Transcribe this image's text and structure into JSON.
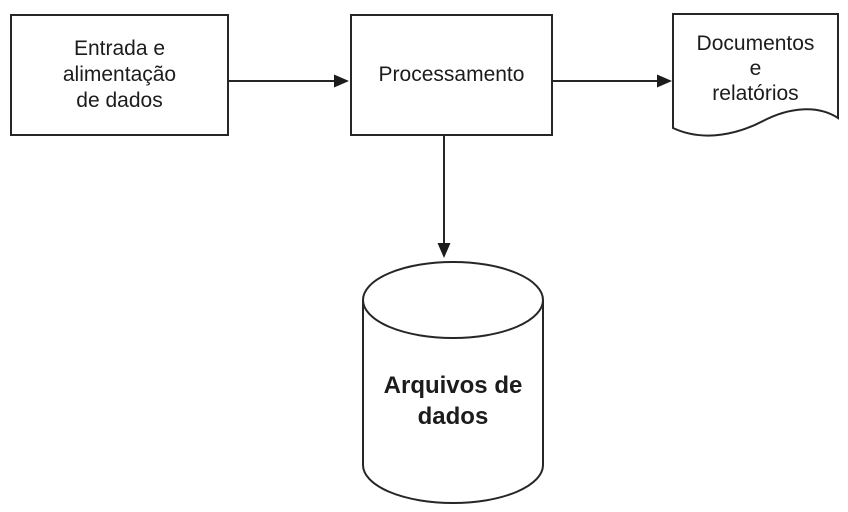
{
  "diagram": {
    "background": "#ffffff",
    "stroke_color": "#262626",
    "text_color": "#1c1c1c",
    "nodes": {
      "entrada": {
        "label": "Entrada e\nalimentação\nde dados",
        "shape": "rectangle"
      },
      "processamento": {
        "label": "Processamento",
        "shape": "rectangle"
      },
      "documentos": {
        "label": "Documentos\ne\nrelatórios",
        "shape": "document"
      },
      "arquivos": {
        "label": "Arquivos de\ndados",
        "shape": "cylinder"
      }
    },
    "edges": [
      {
        "from": "entrada",
        "to": "processamento",
        "direction": "right"
      },
      {
        "from": "processamento",
        "to": "documentos",
        "direction": "right"
      },
      {
        "from": "processamento",
        "to": "arquivos",
        "direction": "down"
      }
    ]
  }
}
